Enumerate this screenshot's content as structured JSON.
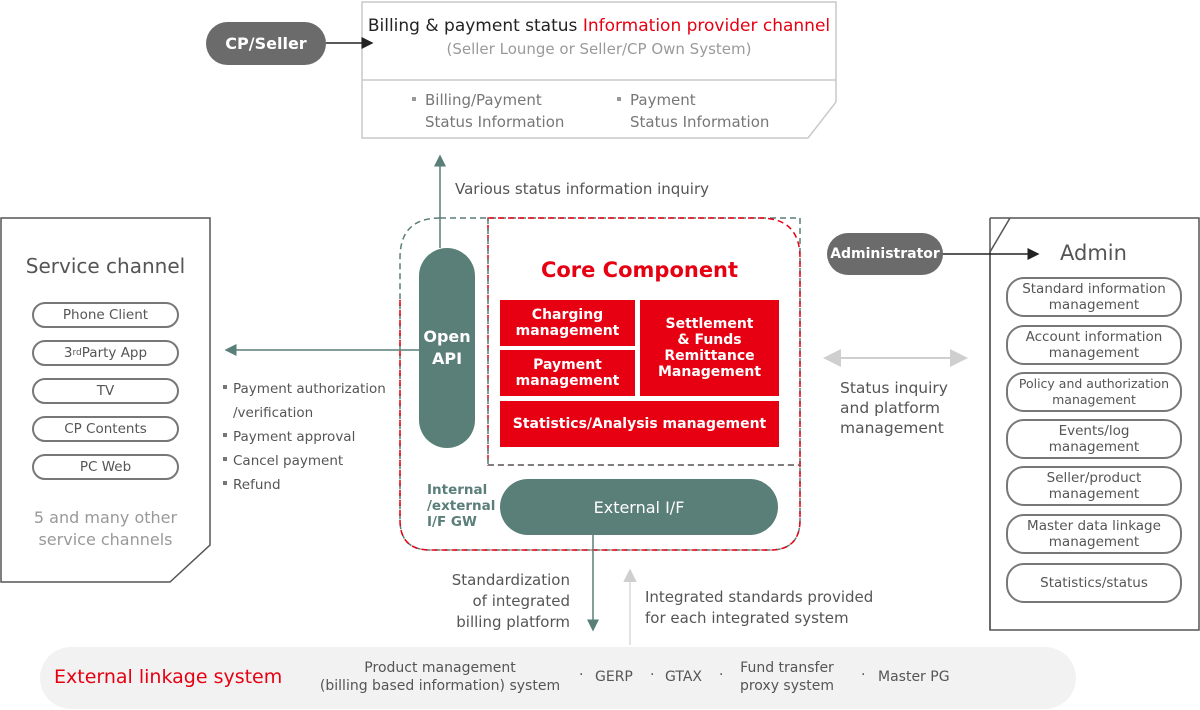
{
  "cp_seller": {
    "label": "CP/Seller"
  },
  "top_channel": {
    "title_black": "Billing & payment status",
    "title_red": "Information provider channel",
    "subtitle": "(Seller Lounge or Seller/CP Own System)",
    "bullets": [
      {
        "line1": "Billing/Payment",
        "line2": "Status Information"
      },
      {
        "line1": "Payment",
        "line2": "Status Information"
      }
    ]
  },
  "inquiry_label": "Various status information inquiry",
  "service_channel": {
    "title": "Service channel",
    "items": [
      "Phone Client",
      "3",
      "rd",
      " Party App",
      "TV",
      "CP Contents",
      "PC Web"
    ],
    "footer_line1": "5 and many other",
    "footer_line2": "service channels"
  },
  "payment_actions": {
    "items": [
      "Payment authorization",
      "/verification",
      "Payment approval",
      "Cancel payment",
      "Refund"
    ]
  },
  "open_api": {
    "line1": "Open",
    "line2": "API"
  },
  "core": {
    "title": "Core Component",
    "charging": {
      "line1": "Charging",
      "line2": "management"
    },
    "payment": {
      "line1": "Payment",
      "line2": "management"
    },
    "settlement": {
      "line1": "Settlement",
      "line2": "& Funds",
      "line3": "Remittance",
      "line4": "Management"
    },
    "statistics": "Statistics/Analysis management"
  },
  "gw_label": {
    "line1": "Internal",
    "line2": "/external",
    "line3": "I/F GW"
  },
  "external_if": {
    "label": "External I/F"
  },
  "administrator": {
    "label": "Administrator"
  },
  "status_inquiry": {
    "line1": "Status inquiry",
    "line2": "and platform",
    "line3": "management"
  },
  "admin": {
    "title": "Admin",
    "items": [
      {
        "line1": "Standard information",
        "line2": "management"
      },
      {
        "line1": "Account information",
        "line2": "management"
      },
      {
        "line1": "Policy and authorization",
        "line2": "management"
      },
      {
        "line1": "Events/log",
        "line2": "management"
      },
      {
        "line1": "Seller/product",
        "line2": "management"
      },
      {
        "line1": "Master data linkage",
        "line2": "management"
      },
      {
        "line1": "Statistics/status",
        "line2": ""
      }
    ]
  },
  "standardization": {
    "line1": "Standardization",
    "line2": "of integrated",
    "line3": "billing platform"
  },
  "integrated_standards": {
    "line1": "Integrated standards provided",
    "line2": "for each integrated system"
  },
  "external_linkage": {
    "title": "External linkage system",
    "product_line1": "Product management",
    "product_line2": "(billing based information) system",
    "gerp": "GERP",
    "gtax": "GTAX",
    "fund_line1": "Fund transfer",
    "fund_line2": "proxy system",
    "master_pg": "Master PG"
  },
  "colors": {
    "red": "#e60012",
    "teal": "#5a7e78",
    "dark_pill": "#6b6b6b",
    "gray_text": "#555555"
  }
}
